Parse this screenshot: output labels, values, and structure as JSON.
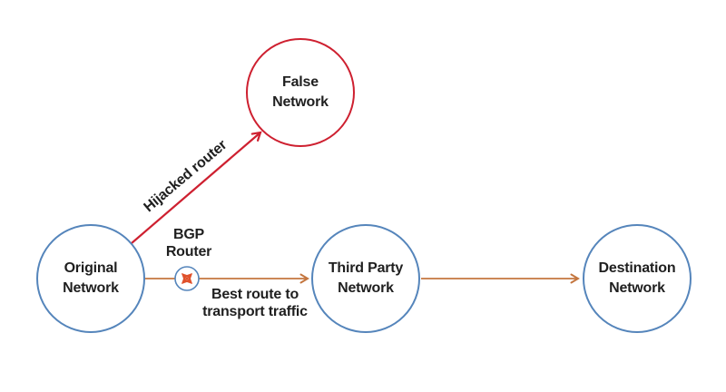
{
  "colors": {
    "node-stroke": "#5585bb",
    "hijack-red": "#ce2030",
    "route-orange": "#c4763f",
    "router-icon-orange": "#e0512b",
    "text": "#1f1f1f",
    "bg": "#ffffff"
  },
  "nodes": {
    "original": {
      "line1": "Original",
      "line2": "Network"
    },
    "false_net": {
      "line1": "False",
      "line2": "Network"
    },
    "third_party": {
      "line1": "Third Party",
      "line2": "Network"
    },
    "destination": {
      "line1": "Destination",
      "line2": "Network"
    }
  },
  "labels": {
    "hijacked_route": "Hijacked router",
    "bgp_router_line1": "BGP",
    "bgp_router_line2": "Router",
    "best_route_line1": "Best route to",
    "best_route_line2": "transport traffic"
  }
}
